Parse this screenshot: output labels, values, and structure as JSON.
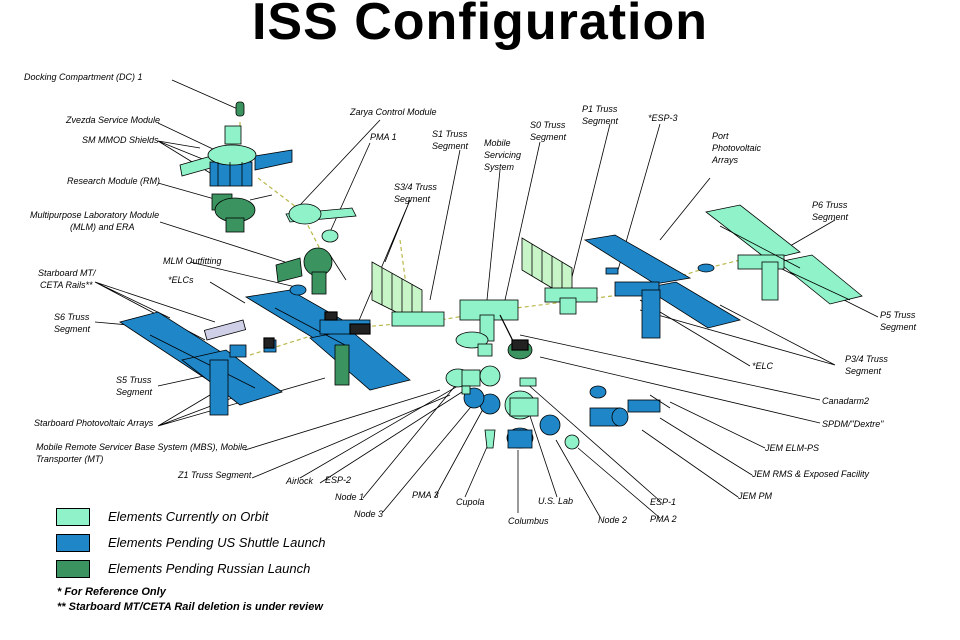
{
  "title": "ISS Configuration",
  "colors": {
    "on_orbit": "#8ff2c8",
    "pending_us_shuttle": "#1f86c8",
    "pending_russian": "#3b9460",
    "truss_fill": "#c8f5c8",
    "outline": "#000000",
    "leader": "#000000"
  },
  "labels": {
    "dc1": "Docking Compartment (DC) 1",
    "zvezda": "Zvezda Service Module",
    "smmod": "SM MMOD Shields",
    "rm": "Research Module (RM)",
    "mlm1": "Multipurpose Laboratory Module",
    "mlm2": "(MLM) and ERA",
    "mlmout": "MLM Outfitting",
    "starmt1": "Starboard MT/",
    "starmt2": "CETA Rails**",
    "elcs": "*ELCs",
    "s6a": "S6 Truss",
    "s6b": "Segment",
    "s5a": "S5 Truss",
    "s5b": "Segment",
    "spva": "Starboard Photovoltaic Arrays",
    "mbs1": "Mobile Remote Servicer Base System (MBS), Mobile",
    "mbs2": "Transporter (MT)",
    "z1": "Z1 Truss Segment",
    "airlock": "Airlock",
    "esp2": "ESP-2",
    "node1": "Node 1",
    "node3": "Node 3",
    "pma3": "PMA 3",
    "cupola": "Cupola",
    "columbus": "Columbus",
    "uslab": "U.S. Lab",
    "node2": "Node 2",
    "esp1": "ESP-1",
    "pma2": "PMA 2",
    "jempm": "JEM PM",
    "jemrms": "JEM RMS & Exposed Facility",
    "jemelm": "JEM ELM-PS",
    "spdm": "SPDM/\"Dextre\"",
    "canadarm": "Canadarm2",
    "p34a": "P3/4 Truss",
    "p34b": "Segment",
    "elc": "*ELC",
    "p5a": "P5 Truss",
    "p5b": "Segment",
    "p6a": "P6 Truss",
    "p6b": "Segment",
    "ppva1": "Port",
    "ppva2": "Photovoltaic",
    "ppva3": "Arrays",
    "esp3": "*ESP-3",
    "p1a": "P1 Truss",
    "p1b": "Segment",
    "s0a": "S0 Truss",
    "s0b": "Segment",
    "mss1": "Mobile",
    "mss2": "Servicing",
    "mss3": "System",
    "s1a": "S1 Truss",
    "s1b": "Segment",
    "zarya": "Zarya Control Module",
    "pma1": "PMA 1",
    "s34a": "S3/4 Truss",
    "s34b": "Segment"
  },
  "legend": [
    {
      "label": "Elements Currently on Orbit",
      "color": "#8ff2c8"
    },
    {
      "label": "Elements Pending US Shuttle Launch",
      "color": "#1f86c8"
    },
    {
      "label": "Elements Pending Russian Launch",
      "color": "#3b9460"
    }
  ],
  "notes": {
    "ref": "*  For Reference Only",
    "rail": "** Starboard MT/CETA Rail deletion is under review"
  }
}
